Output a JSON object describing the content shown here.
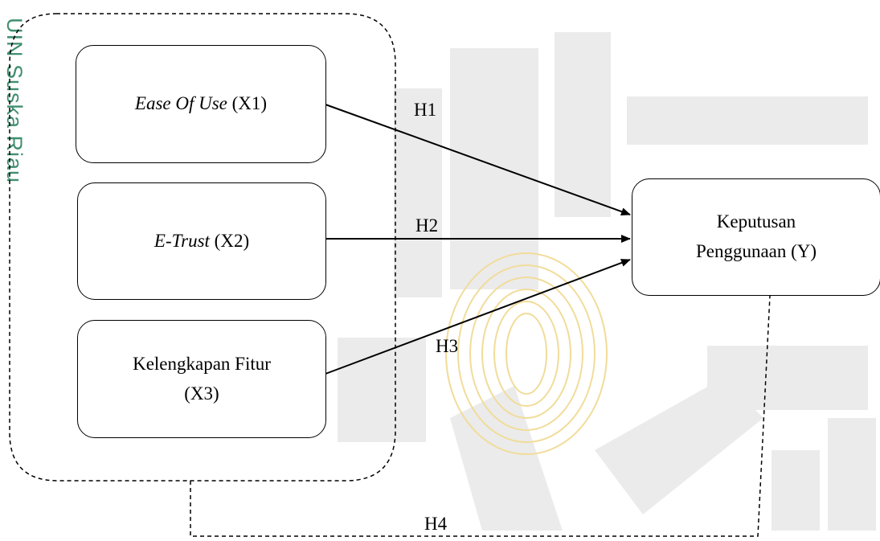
{
  "watermark": {
    "vertical_text": "UIN Suska Riau",
    "green": "#3f8f6f",
    "gold": "#e8c872",
    "gray": "#e6e6e6"
  },
  "diagram": {
    "boxes": {
      "x1": {
        "italic": "Ease Of Use",
        "suffix": " (X1)"
      },
      "x2": {
        "italic": "E-Trust",
        "suffix": " (X2)"
      },
      "x3": {
        "line1": "Kelengkapan Fitur",
        "line2": "(X3)"
      },
      "y": {
        "line1": "Keputusan",
        "line2": "Penggunaan (Y)"
      }
    },
    "hypotheses": {
      "h1": "H1",
      "h2": "H2",
      "h3": "H3",
      "h4": "H4"
    }
  }
}
